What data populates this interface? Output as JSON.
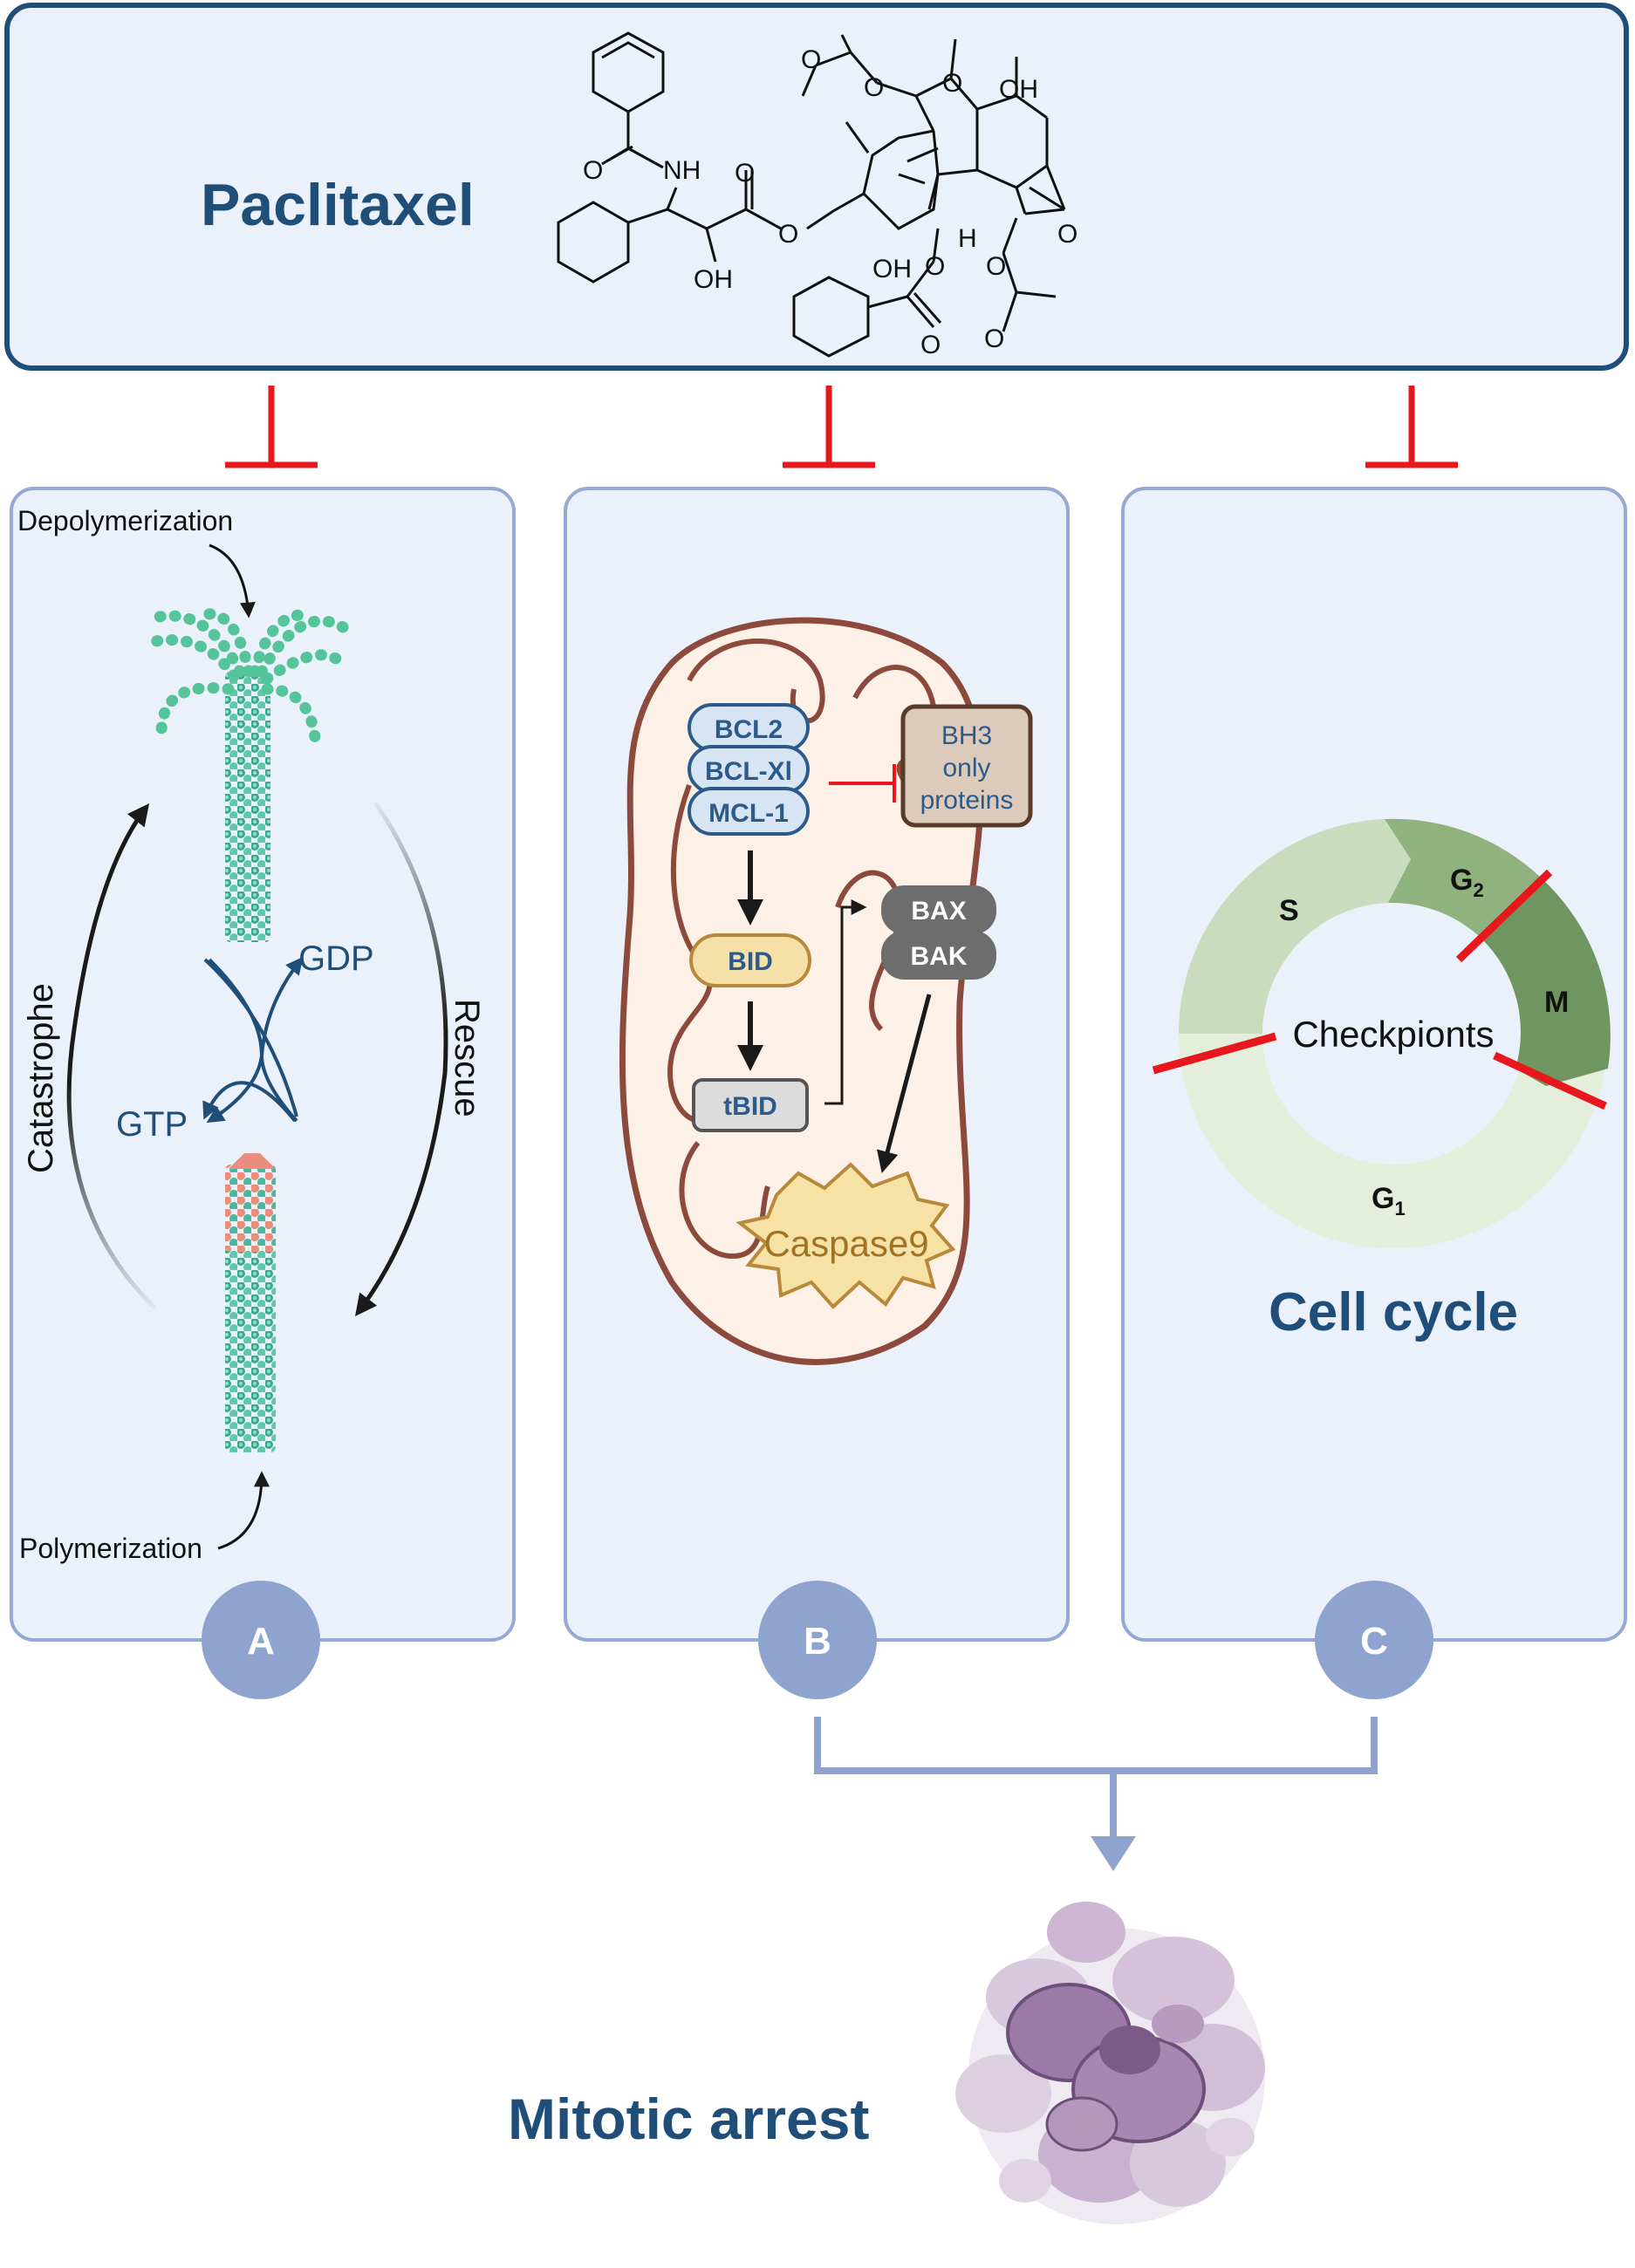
{
  "drug": {
    "name": "Paclitaxel"
  },
  "structure_labels": {
    "nh": "NH",
    "oh_top": "OH",
    "oh_mid": "OH",
    "oh_left": "OH",
    "h": "H",
    "o": "O"
  },
  "panel_a": {
    "badge": "A",
    "depolymerization": "Depolymerization",
    "polymerization": "Polymerization",
    "catastrophe": "Catastrophe",
    "rescue": "Rescue",
    "gdp": "GDP",
    "gtp": "GTP"
  },
  "panel_b": {
    "badge": "B",
    "bcl2": "BCL2",
    "bclxl": "BCL-Xl",
    "mcl1": "MCL-1",
    "bh3": [
      "BH3",
      "only",
      "proteins"
    ],
    "bid": "BID",
    "tbid": "tBID",
    "bax": "BAX",
    "bak": "BAK",
    "caspase": "Caspase9"
  },
  "panel_c": {
    "badge": "C",
    "s": "S",
    "g2": "G",
    "g2_sub": "2",
    "m": "M",
    "g1": "G",
    "g1_sub": "1",
    "checkpoints": "Checkpionts",
    "title": "Cell cycle"
  },
  "outcome": "Mitotic arrest",
  "colors": {
    "title_blue": "#1f4e79",
    "panel_fill": "#eaf1fb",
    "panel_stroke": "#95a9d5",
    "badge": "#8fa3cf",
    "inhibit_red": "#e8171b",
    "mito_brown": "#8b4a3b",
    "mito_fill": "#fdf0e6"
  }
}
